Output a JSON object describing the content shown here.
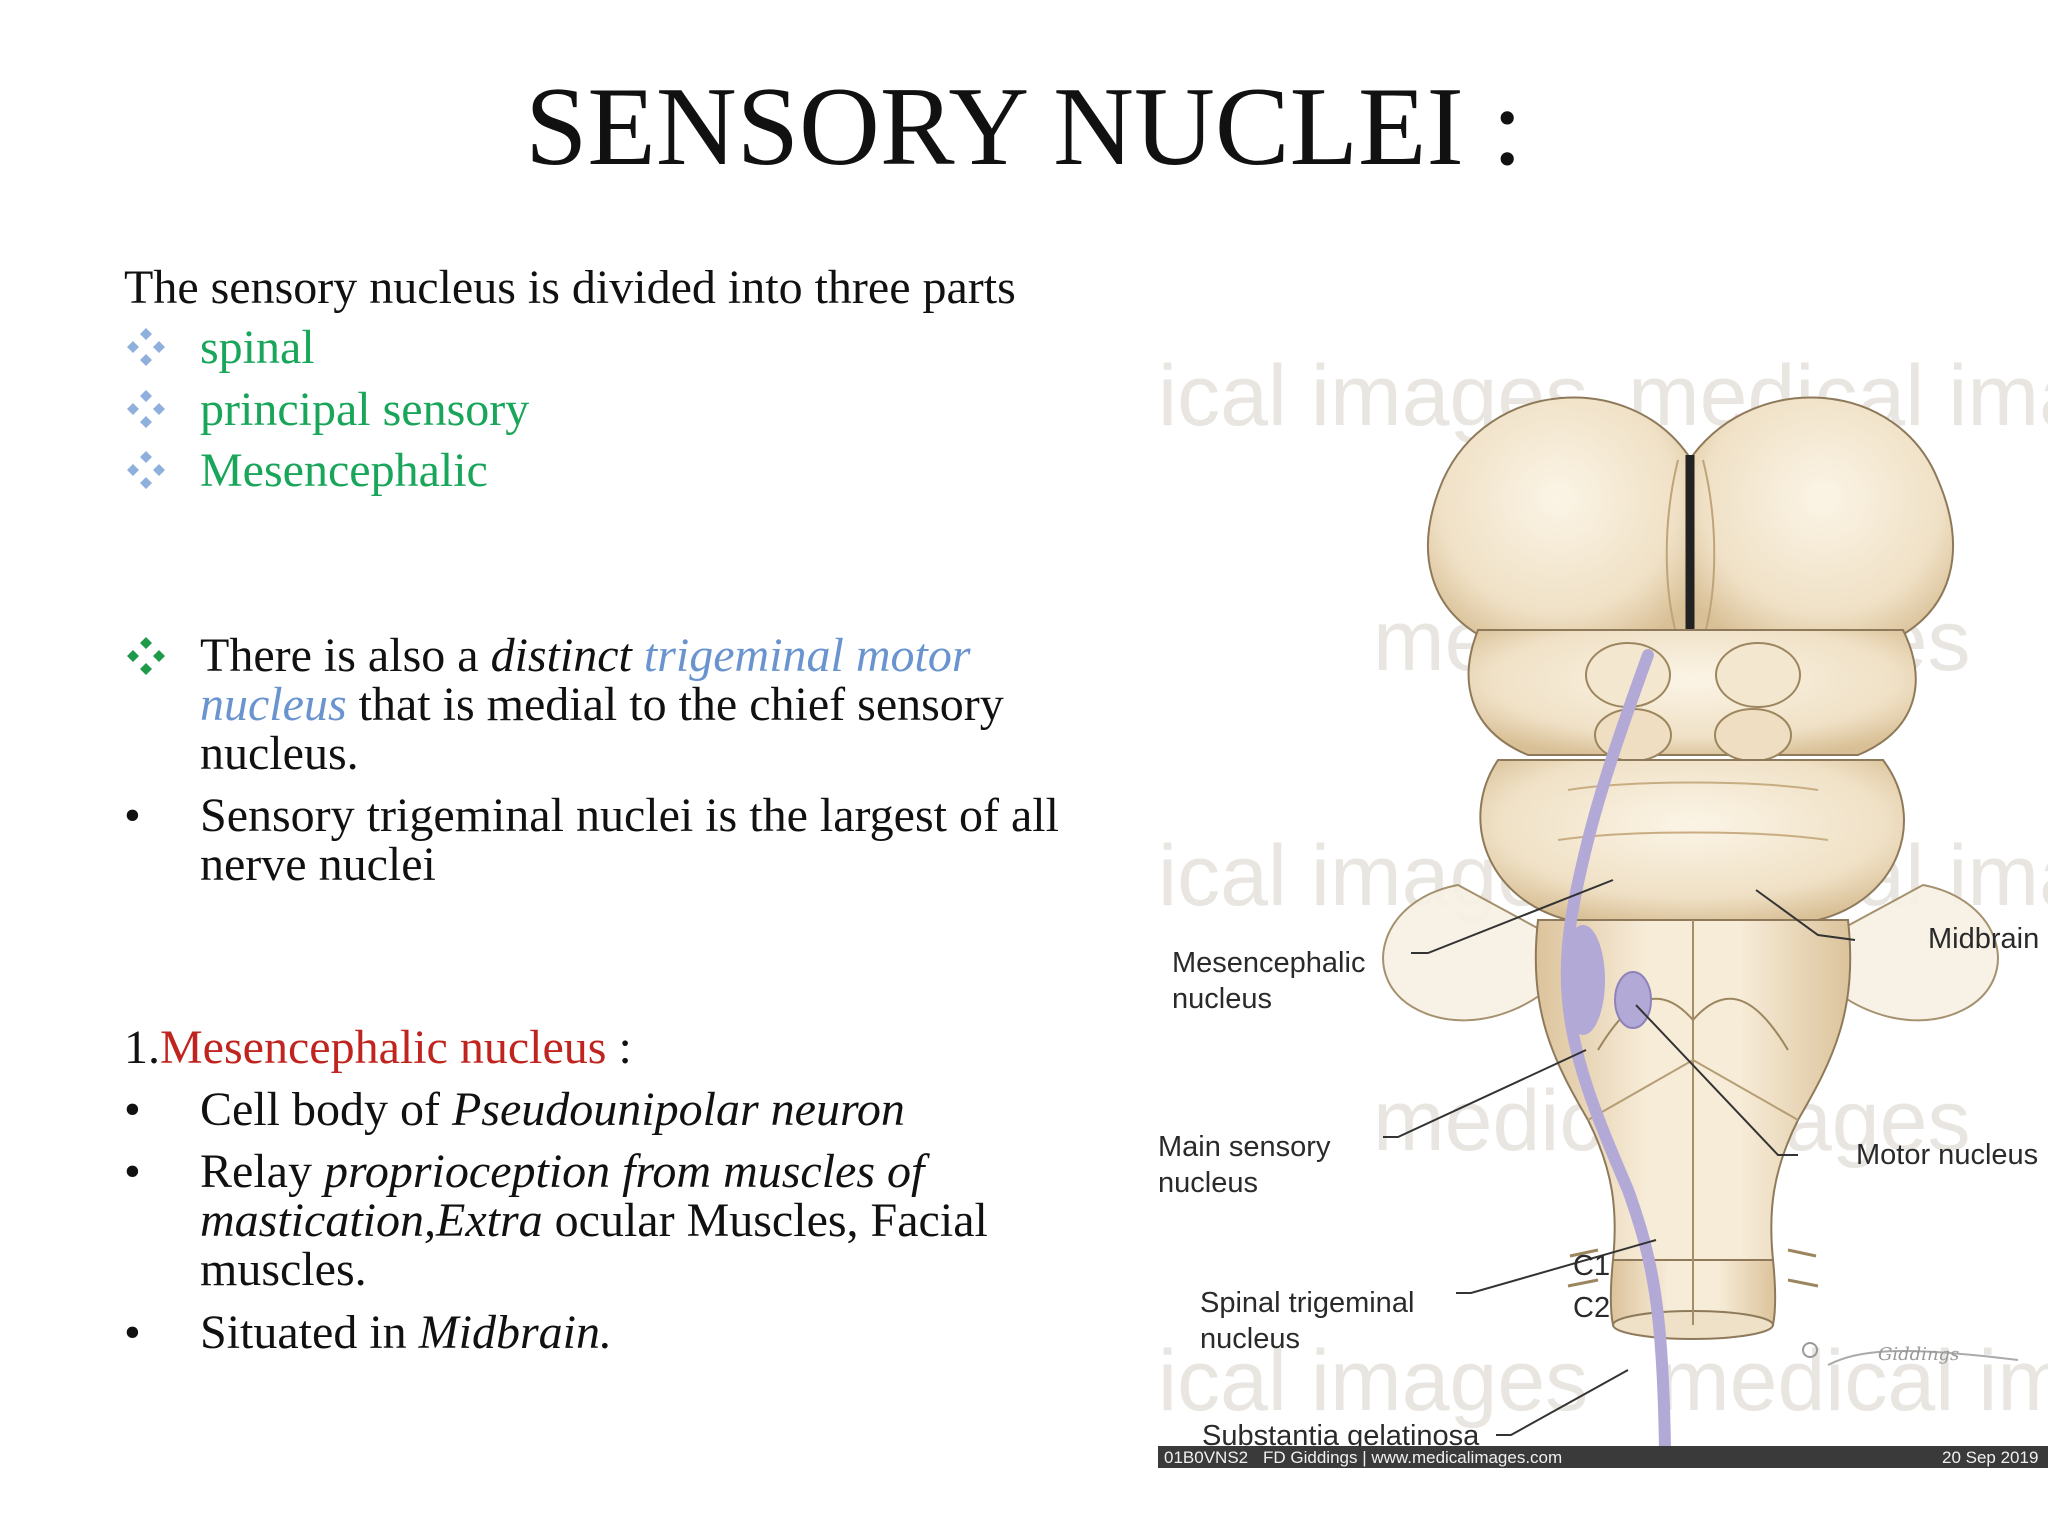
{
  "slide": {
    "title": "SENSORY NUCLEI :",
    "intro": "The sensory nucleus is divided into three parts",
    "parts": [
      "spinal",
      "principal sensory",
      "Mesencephalic"
    ],
    "motor_note": {
      "pre": "There is also a ",
      "em": "distinct",
      "sp": " ",
      "blue1": "trigeminal motor",
      "blue2": "nucleus",
      "post": " that is medial to the chief sensory",
      "line3": "nucleus."
    },
    "largest_note": {
      "line1": "Sensory trigeminal nuclei is the largest of all",
      "line2": "nerve nuclei"
    },
    "section": {
      "num": "1.",
      "name": "Mesencephalic nucleus",
      "colon": " :"
    },
    "points": {
      "p1_pre": "Cell body of ",
      "p1_em": "Pseudounipolar neuron",
      "p2_pre": " Relay ",
      "p2_em": "proprioception from muscles of",
      "p2_em2": "mastication,Extra",
      "p2_post": " ocular Muscles, Facial",
      "p2_line3": "muscles.",
      "p3_pre": " Situated in ",
      "p3_em": "Midbrain."
    },
    "bullet_dot": "•"
  },
  "figure": {
    "labels": {
      "mesencephalic_1": "Mesencephalic",
      "mesencephalic_2": "nucleus",
      "midbrain": "Midbrain",
      "main_sensory_1": "Main sensory",
      "main_sensory_2": "nucleus",
      "motor_nucleus": "Motor nucleus",
      "c1": "C1",
      "c2": "C2",
      "spinal_trigeminal_1": "Spinal trigeminal",
      "spinal_trigeminal_2": "nucleus",
      "substantia": "Substantia gelatinosa"
    },
    "watermark": {
      "w1": "ical images",
      "w2": "medical ima",
      "w3": "medical images",
      "w4": "ical images",
      "w5": "medical ima",
      "w6": "medical images",
      "w7": "ical images",
      "w8": "medical ima"
    },
    "credit": {
      "id": "01B0VNS2",
      "author": "FD Giddings | www.medicalimages.com",
      "date": "20 Sep 2019"
    },
    "signature": "Giddings",
    "colors": {
      "tissue": "#f1e4cc",
      "tissue_shade": "#d9c29c",
      "nucleus": "#b3a9d6",
      "credit_bar": "#3a3a3a"
    }
  }
}
